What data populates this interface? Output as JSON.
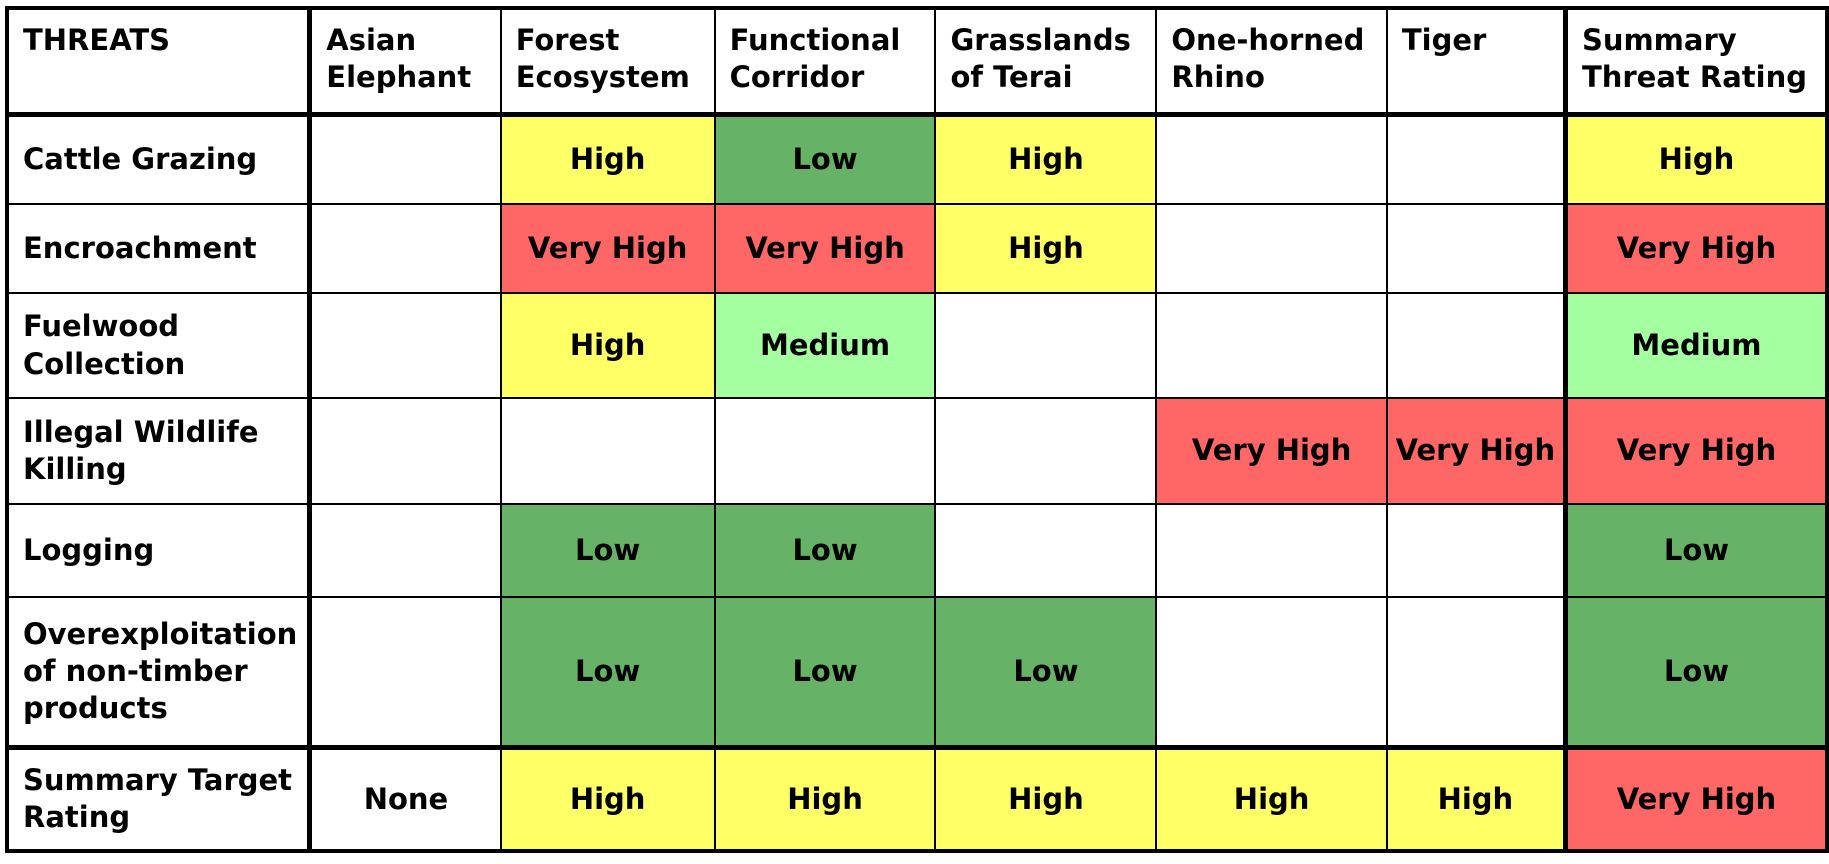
{
  "colors": {
    "Very High": "#ff6666",
    "High": "#ffff66",
    "Medium": "#a3ff9f",
    "Low": "#66b266",
    "None": "#ffffff",
    "empty": "#ffffff"
  },
  "chart_data": {
    "type": "table",
    "columns": [
      "THREATS",
      "Asian Elephant",
      "Forest Ecosystem",
      "Functional Corridor",
      "Grasslands of Terai",
      "One-horned Rhino",
      "Tiger",
      "Summary Threat Rating"
    ],
    "rows": [
      {
        "threat": "Cattle Grazing",
        "values": [
          "",
          "High",
          "Low",
          "High",
          "",
          "",
          "High"
        ]
      },
      {
        "threat": "Encroachment",
        "values": [
          "",
          "Very High",
          "Very High",
          "High",
          "",
          "",
          "Very High"
        ]
      },
      {
        "threat": "Fuelwood Collection",
        "values": [
          "",
          "High",
          "Medium",
          "",
          "",
          "",
          "Medium"
        ]
      },
      {
        "threat": "Illegal Wildlife Killing",
        "values": [
          "",
          "",
          "",
          "",
          "Very High",
          "Very High",
          "Very High"
        ]
      },
      {
        "threat": "Logging",
        "values": [
          "",
          "Low",
          "Low",
          "",
          "",
          "",
          "Low"
        ]
      },
      {
        "threat": "Overexploitation of non-timber products",
        "values": [
          "",
          "Low",
          "Low",
          "Low",
          "",
          "",
          "Low"
        ]
      },
      {
        "threat": "Summary Target Rating",
        "values": [
          "None",
          "High",
          "High",
          "High",
          "High",
          "High",
          "Very High"
        ]
      }
    ]
  }
}
